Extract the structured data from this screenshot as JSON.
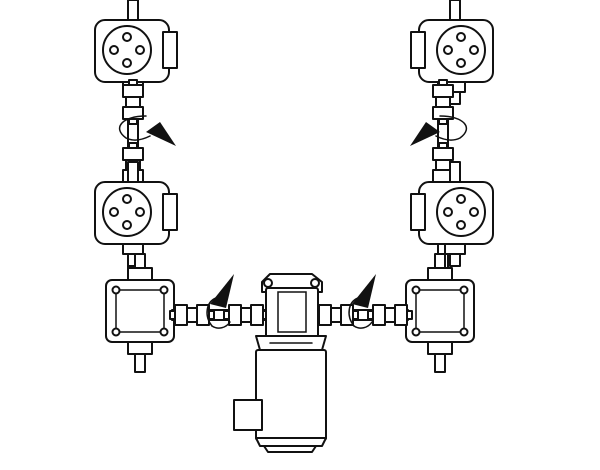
{
  "diagram": {
    "description_labels": [],
    "colors": {
      "line": "#111111",
      "background": "#ffffff"
    },
    "components": {
      "screw_jacks": 4,
      "bevel_gearboxes": 2,
      "motor": 1,
      "couplings": 6,
      "rotation_arrows": 4
    },
    "icons": [
      "screw-jack-icon",
      "bevel-gearbox-icon",
      "motor-icon",
      "coupling-icon",
      "rotation-arrow-icon"
    ]
  }
}
